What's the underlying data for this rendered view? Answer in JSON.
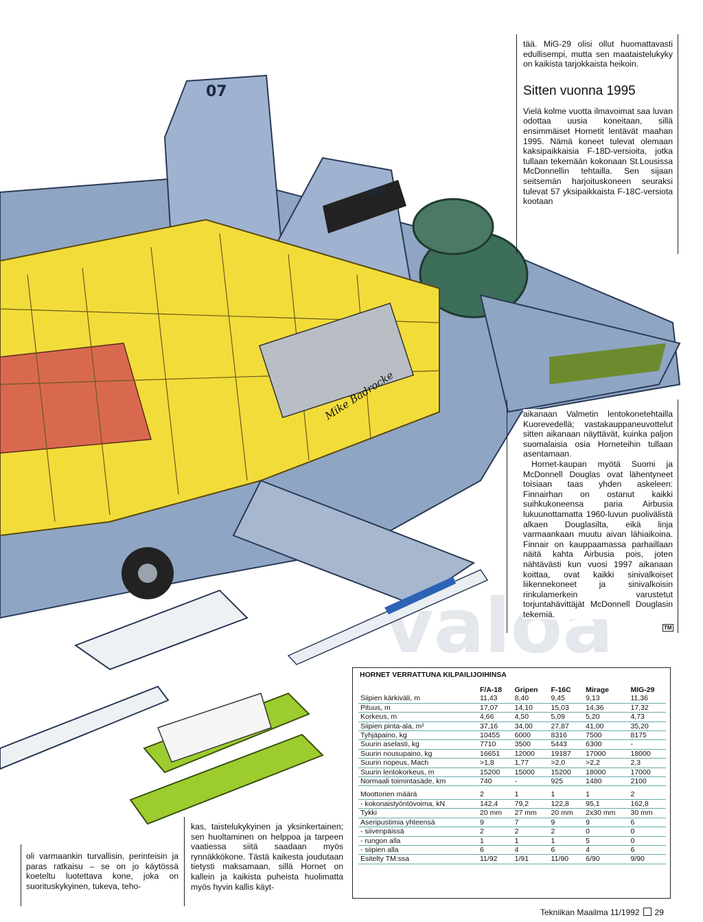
{
  "article": {
    "col_top": "tää. MiG-29 olisi ollut huomattavasti edullisempi, mutta sen maataistelukyky on kaikista tarjokkaista heikoin.",
    "heading": "Sitten vuonna 1995",
    "col_mid": "Vielä kolme vuotta ilmavoimat saa luvan odottaa uusia koneitaan, sillä ensimmäiset Hornetit lentävät maahan 1995. Nämä koneet tulevat olemaan kaksipaikkaisia F-18D-versioita, jotka tullaan tekemään kokonaan St.Lousissa McDonnellin tehtailla. Sen sijaan seitsemän harjoituskoneen seuraksi tulevat 57 yksipaikkaista F-18C-versiota kootaan",
    "col_right_1": "aikanaan Valmetin lentokonetehtailla Kuorevedellä; vastakauppaneuvottelut sitten aikanaan näyttävät, kuinka paljon suomalaisia osia Horneteihin tullaan asentamaan.",
    "col_right_2": "Hornet-kaupan myötä Suomi ja McDonnell Douglas ovat lähentyneet toisiaan taas yhden askeleen: Finnairhan on ostanut kaikki suihkukoneensa paria Airbusia lukuunottamatta 1960-luvun puolivälistä alkaen Douglasilta, eikä linja varmaankaan muutu aivan lähiaikoina. Finnair on kauppaamassa parhaillaan näitä kahta Airbusia pois, joten nähtävästi kun vuosi 1997 aikanaan koittaa, ovat kaikki sinivalkoiset liikennekoneet ja sinivalkoisin rinkulamerkein varustetut torjuntahävittäjät McDonnell Douglasin tekemiä.",
    "tm_logo": "TM",
    "col_bottom_left": "oli varmaankin turvallisin, perinteisin ja paras ratkaisu – se on jo käytössä koeteltu luotettava kone, joka on suorituskykyinen, tukeva, teho-",
    "col_bottom_mid": "kas, taistelukykyinen ja yksinkertainen; sen huoltaminen on helppoa ja tarpeen vaatiessa siitä saadaan myös rynnäkkökone. Tästä kaikesta joudutaan tietysti maksamaan, sillä Hornet on kallein ja kaikista puheista huolimatta myös hyvin kallis käyt-",
    "signature": "Mike Badrocke"
  },
  "illustration": {
    "tail_number": "07",
    "fin_number": "07",
    "colors": {
      "fuselage": "#8fa5c4",
      "structure": "#f2dc3a",
      "interior_red": "#d9694e",
      "engine": "#3c6e5a",
      "missile_green": "#9ccc2e"
    }
  },
  "table": {
    "title": "HORNET VERRATTUNA KILPAILIJOIHINSA",
    "columns": [
      "F/A-18",
      "Gripen",
      "F-16C",
      "Mirage",
      "MIG-29"
    ],
    "rows": [
      {
        "label": "Siipien kärkiväli, m",
        "values": [
          "11,43",
          "8,40",
          "9,45",
          "9,13",
          "11,36"
        ]
      },
      {
        "label": "Pituus, m",
        "values": [
          "17,07",
          "14,10",
          "15,03",
          "14,36",
          "17,32"
        ]
      },
      {
        "label": "Korkeus, m",
        "values": [
          "4,66",
          "4,50",
          "5,09",
          "5,20",
          "4,73"
        ]
      },
      {
        "label": "Siipien pinta-ala, m²",
        "values": [
          "37,16",
          "34,00",
          "27,87",
          "41,00",
          "35,20"
        ]
      },
      {
        "label": "Tyhjäpaino, kg",
        "values": [
          "10455",
          "6000",
          "8316",
          "7500",
          "8175"
        ]
      },
      {
        "label": "Suurin aselasti, kg",
        "values": [
          "7710",
          "3500",
          "5443",
          "6300",
          "-"
        ]
      },
      {
        "label": "Suurin nousupaino, kg",
        "values": [
          "16651",
          "12000",
          "19187",
          "17000",
          "18000"
        ]
      },
      {
        "label": "Suurin nopeus, Mach",
        "values": [
          ">1,8",
          "1,77",
          ">2,0",
          ">2,2",
          "2,3"
        ]
      },
      {
        "label": "Suurin lentokorkeus, m",
        "values": [
          "15200",
          "15000",
          "15200",
          "18000",
          "17000"
        ]
      },
      {
        "label": "Normaali toimintasäde, km",
        "values": [
          "740",
          "-",
          "925",
          "1480",
          "2100"
        ]
      }
    ],
    "rows2": [
      {
        "label": "Moottorien määrä",
        "values": [
          "2",
          "1",
          "1",
          "1",
          "2"
        ]
      },
      {
        "label": "- kokonaistyöntövoima, kN",
        "values": [
          "142,4",
          "79,2",
          "122,8",
          "95,1",
          "162,8"
        ]
      },
      {
        "label": "Tykki",
        "values": [
          "20 mm",
          "27 mm",
          "20 mm",
          "2x30 mm",
          "30 mm"
        ]
      },
      {
        "label": "Aseripustimia yhteensä",
        "values": [
          "9",
          "7",
          "9",
          "9",
          "6"
        ]
      },
      {
        "label": "- siivenpäissä",
        "values": [
          "2",
          "2",
          "2",
          "0",
          "0"
        ]
      },
      {
        "label": "- rungon alla",
        "values": [
          "1",
          "1",
          "1",
          "5",
          "0"
        ]
      },
      {
        "label": "- siipien alla",
        "values": [
          "6",
          "4",
          "6",
          "4",
          "6"
        ]
      },
      {
        "label": "Esitelty TM:ssa",
        "values": [
          "11/92",
          "1/91",
          "11/90",
          "6/90",
          "9/90"
        ]
      }
    ]
  },
  "footer": {
    "magazine": "Tekniikan Maailma 11/1992",
    "page": "29"
  }
}
